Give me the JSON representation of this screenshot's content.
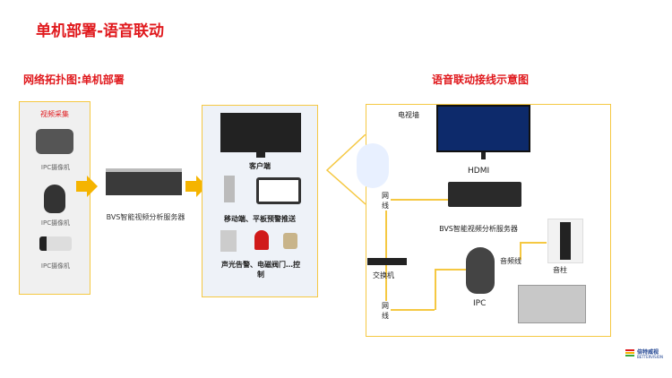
{
  "title": "单机部署-语音联动",
  "left_heading": "网络拓扑图:单机部署",
  "right_heading": "语音联动接线示意图",
  "capture": {
    "label": "视频采集",
    "cameras": [
      "IPC摄像机",
      "IPC摄像机",
      "IPC摄像机"
    ]
  },
  "server_label": "BVS智能视频分析服务器",
  "outputs": {
    "client": "客户端",
    "mobile": "移动端、平板预警推送",
    "alarm": "声光告警、电磁阀门…控制"
  },
  "wiring": {
    "tv_wall": "电视墙",
    "hdmi": "HDMI",
    "net1": "网线",
    "server": "BVS智能视频分析服务器",
    "switch": "交换机",
    "net2": "网线",
    "ipc": "IPC",
    "audio_line": "音频线",
    "speaker": "音柱"
  },
  "logo": {
    "name": "倍特威视",
    "en": "BETTERVISION"
  }
}
